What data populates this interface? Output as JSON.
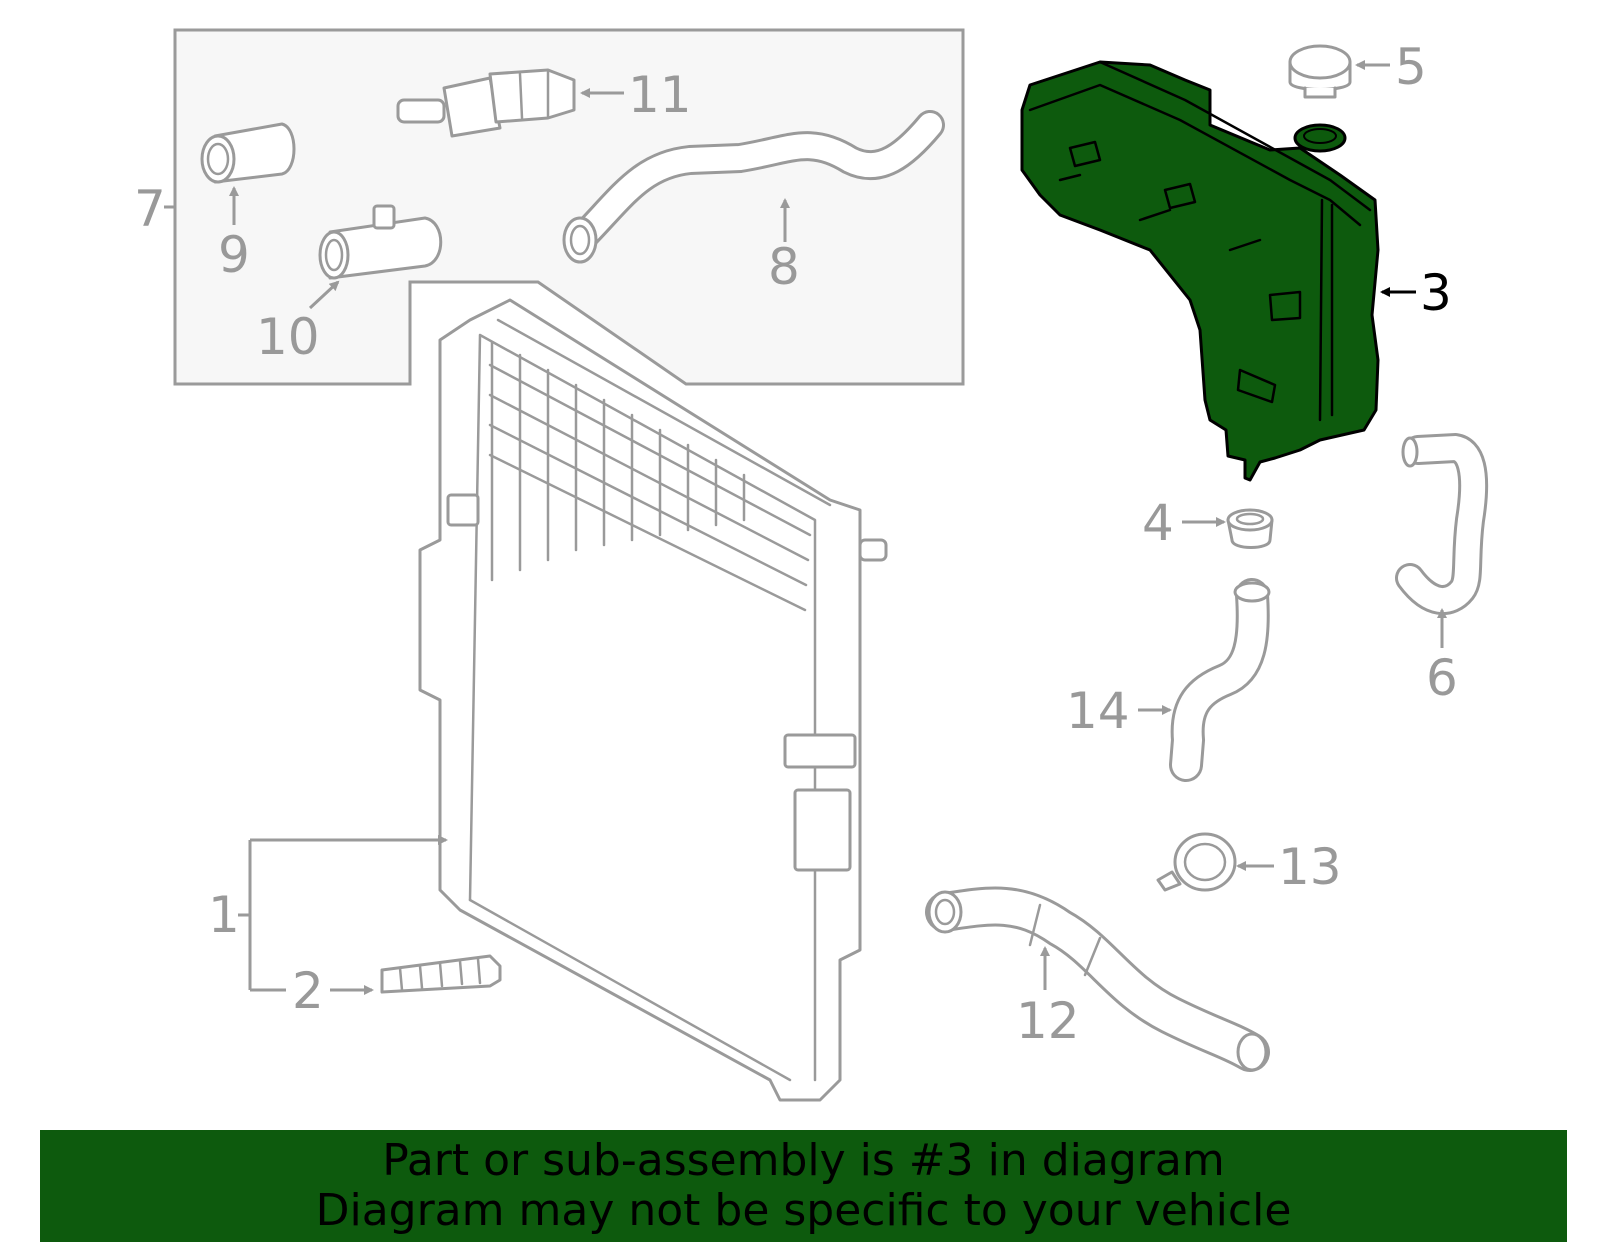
{
  "colors": {
    "highlight_fill": "#0d5a0d",
    "line_gray": "#9a9a9a",
    "callout_gray": "#999999",
    "highlight_text": "#000000",
    "inset_background": "#f7f7f7"
  },
  "callouts": [
    {
      "id": "1",
      "label": "1",
      "highlighted": false
    },
    {
      "id": "2",
      "label": "2",
      "highlighted": false
    },
    {
      "id": "3",
      "label": "3",
      "highlighted": true
    },
    {
      "id": "4",
      "label": "4",
      "highlighted": false
    },
    {
      "id": "5",
      "label": "5",
      "highlighted": false
    },
    {
      "id": "6",
      "label": "6",
      "highlighted": false
    },
    {
      "id": "7",
      "label": "7",
      "highlighted": false
    },
    {
      "id": "8",
      "label": "8",
      "highlighted": false
    },
    {
      "id": "9",
      "label": "9",
      "highlighted": false
    },
    {
      "id": "10",
      "label": "10",
      "highlighted": false
    },
    {
      "id": "11",
      "label": "11",
      "highlighted": false
    },
    {
      "id": "12",
      "label": "12",
      "highlighted": false
    },
    {
      "id": "13",
      "label": "13",
      "highlighted": false
    },
    {
      "id": "14",
      "label": "14",
      "highlighted": false
    }
  ],
  "banner": {
    "line1": "Part or sub-assembly is #3 in diagram",
    "line2": "Diagram may not be specific to your vehicle"
  }
}
